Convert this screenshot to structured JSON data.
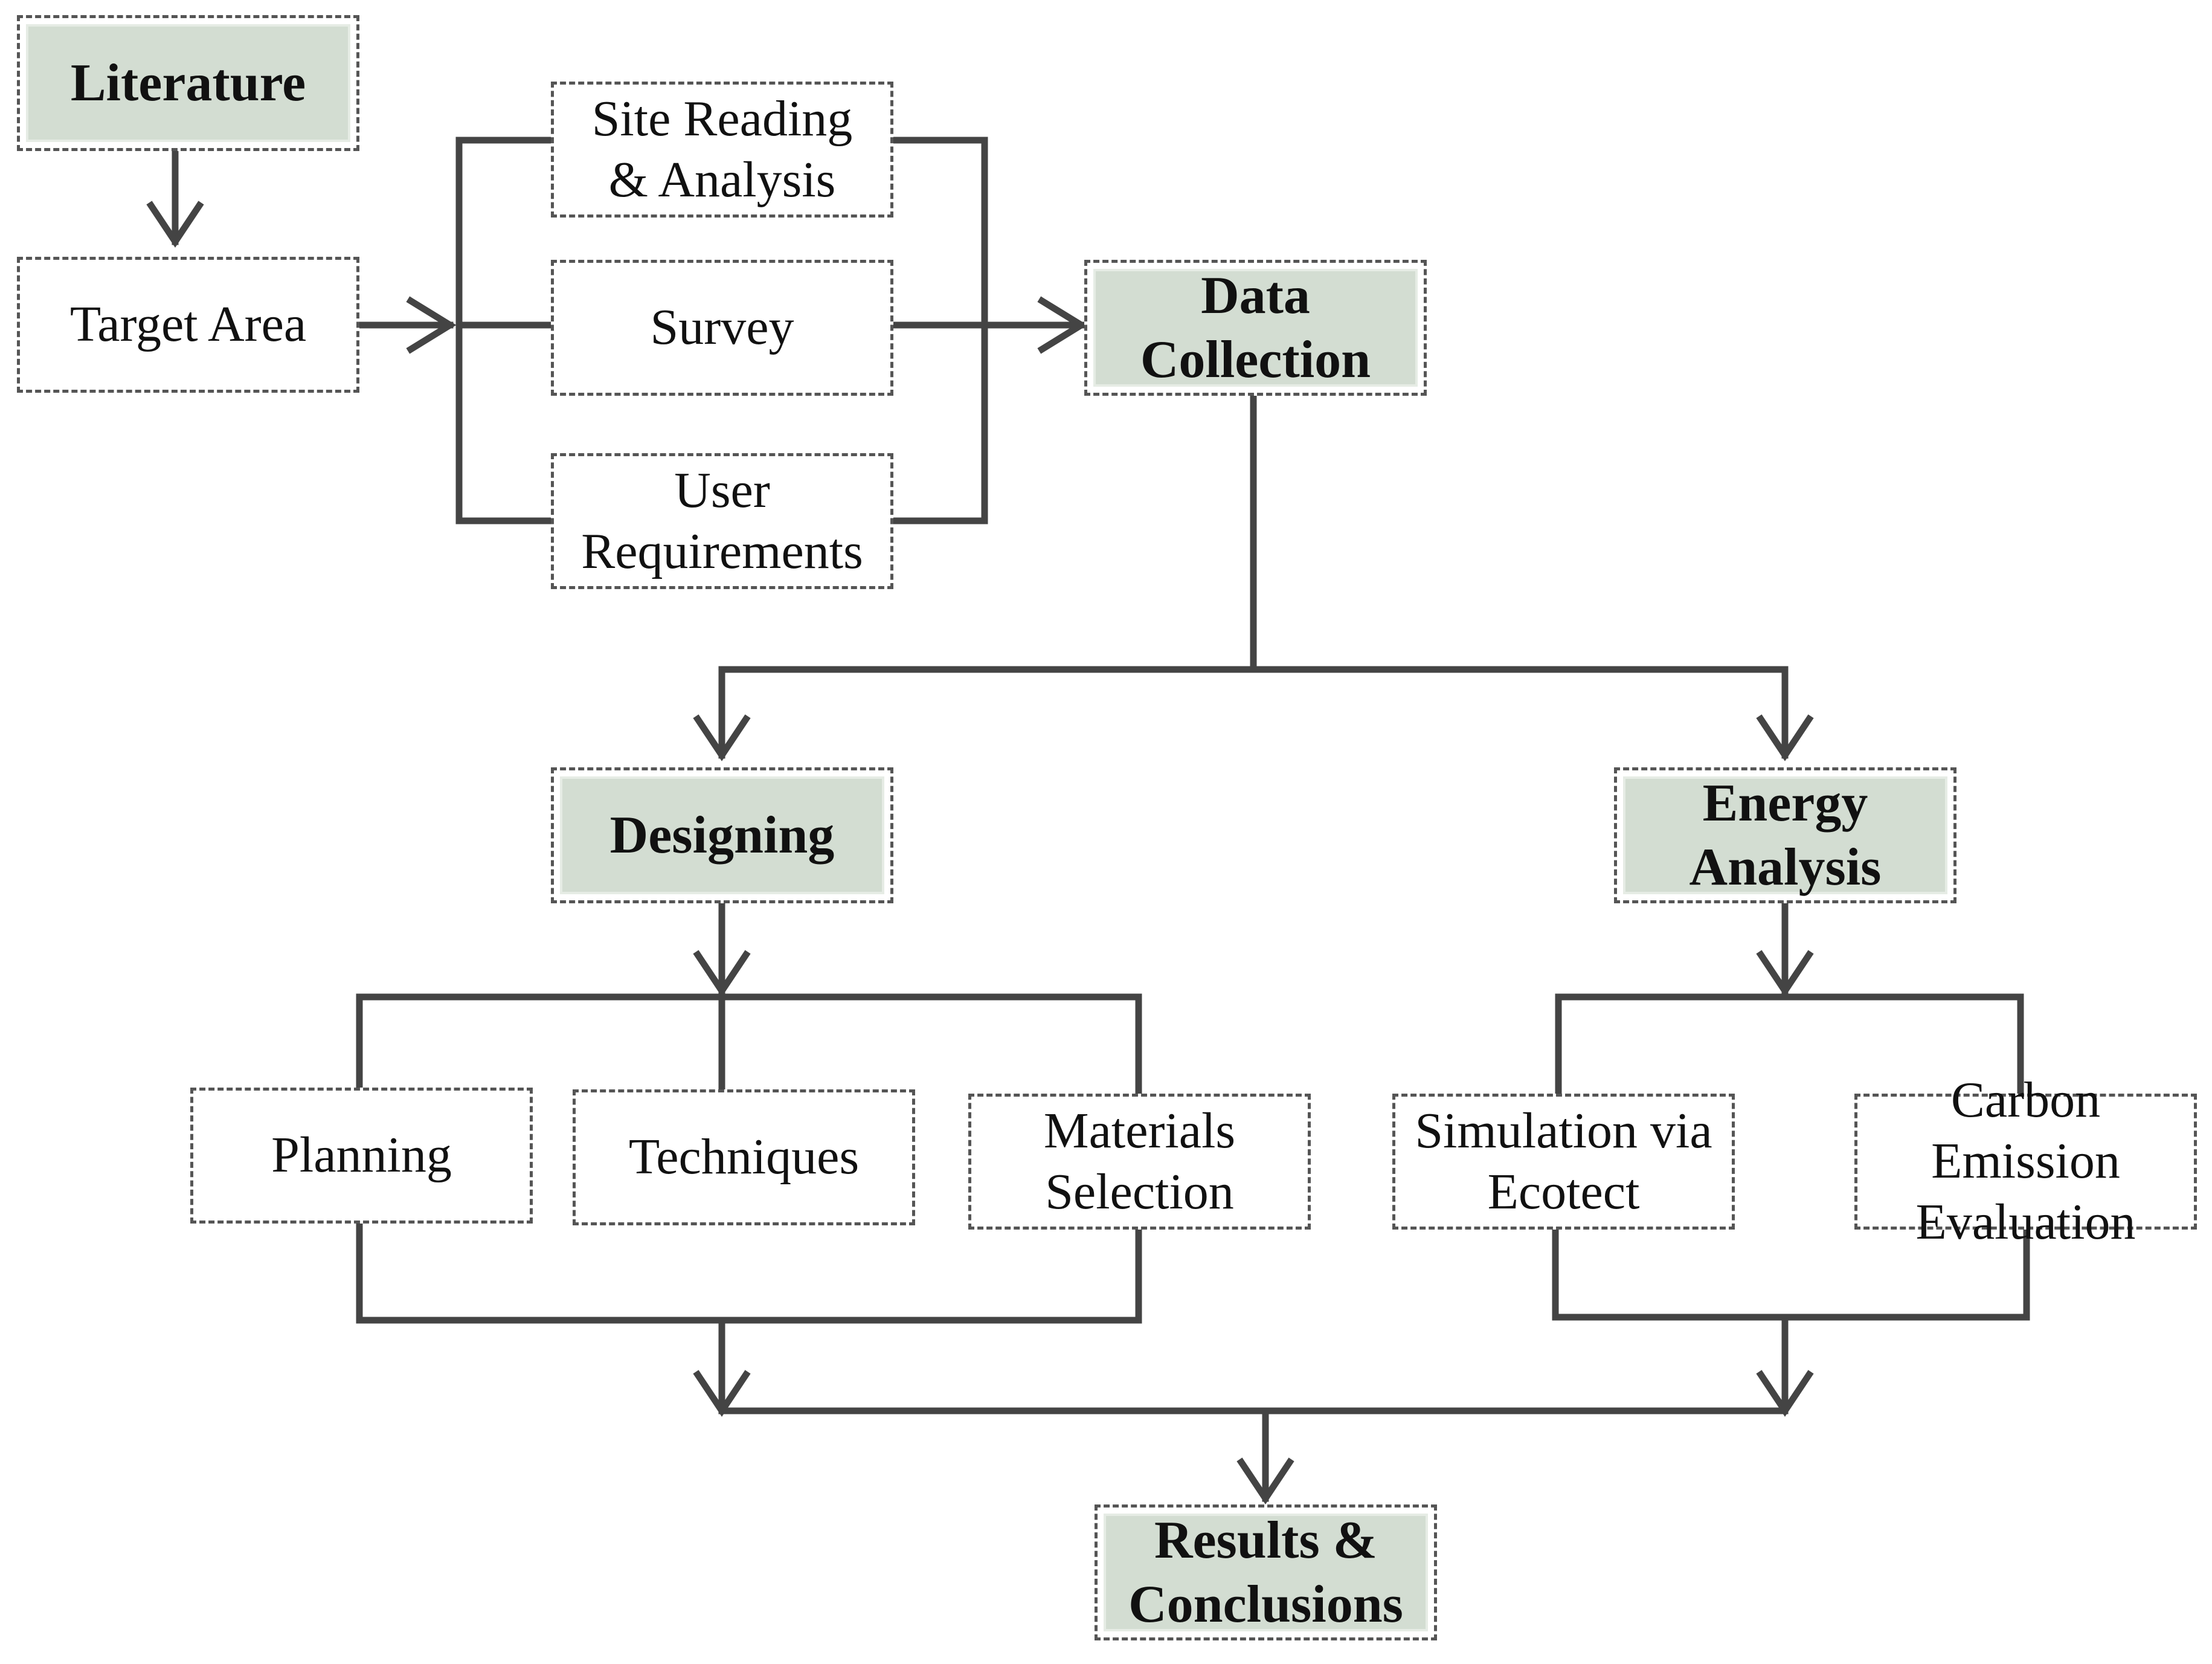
{
  "nodes": {
    "literature": "Literature",
    "target_area": "Target Area",
    "site_reading": "Site Reading\n& Analysis",
    "survey": "Survey",
    "user_req": "User\nRequirements",
    "data_collection": "Data\nCollection",
    "designing": "Designing",
    "energy_analysis": "Energy\nAnalysis",
    "planning": "Planning",
    "techniques": "Techniques",
    "materials": "Materials\nSelection",
    "simulation": "Simulation via\nEcotect",
    "carbon": "Carbon Emission\nEvaluation",
    "results": "Results &\nConclusions"
  },
  "colors": {
    "key_fill": "#d3ddd2",
    "line": "#444444",
    "border": "#555555"
  }
}
